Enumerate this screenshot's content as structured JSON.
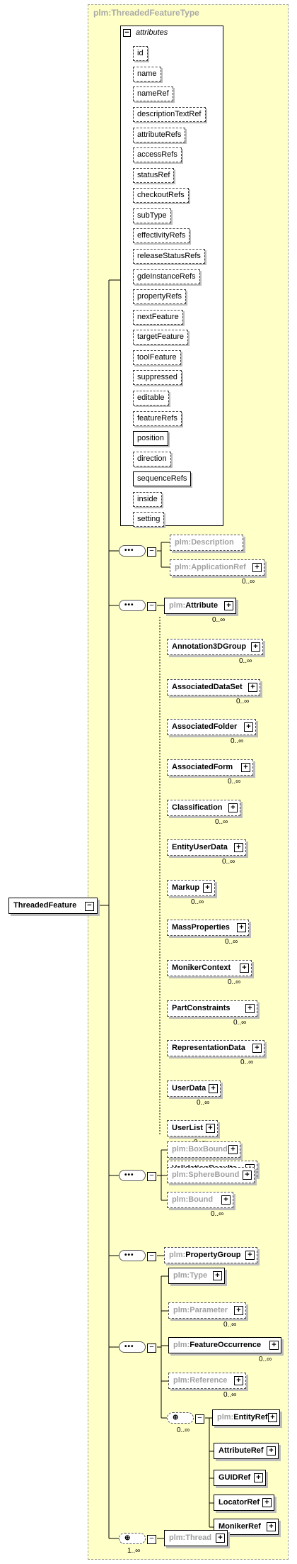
{
  "type_title": {
    "prefix": "plm:",
    "name": "ThreadedFeatureType"
  },
  "root": {
    "label": "ThreadedFeature"
  },
  "attributes": {
    "title": "attributes",
    "items": [
      {
        "label": "id",
        "required": false
      },
      {
        "label": "name",
        "required": false
      },
      {
        "label": "nameRef",
        "required": false
      },
      {
        "label": "descriptionTextRef",
        "required": false
      },
      {
        "label": "attributeRefs",
        "required": false
      },
      {
        "label": "accessRefs",
        "required": false
      },
      {
        "label": "statusRef",
        "required": false
      },
      {
        "label": "checkoutRefs",
        "required": false
      },
      {
        "label": "subType",
        "required": false
      },
      {
        "label": "effectivityRefs",
        "required": false
      },
      {
        "label": "releaseStatusRefs",
        "required": false
      },
      {
        "label": "gdeInstanceRefs",
        "required": false
      },
      {
        "label": "propertyRefs",
        "required": false
      },
      {
        "label": "nextFeature",
        "required": false
      },
      {
        "label": "targetFeature",
        "required": false
      },
      {
        "label": "toolFeature",
        "required": false
      },
      {
        "label": "suppressed",
        "required": false
      },
      {
        "label": "editable",
        "required": false
      },
      {
        "label": "featureRefs",
        "required": false
      },
      {
        "label": "position",
        "required": true
      },
      {
        "label": "direction",
        "required": false
      },
      {
        "label": "sequenceRefs",
        "required": true
      },
      {
        "label": "inside",
        "required": false
      },
      {
        "label": "setting",
        "required": false
      }
    ]
  },
  "seq1": {
    "items": [
      {
        "prefix": "plm:",
        "name": "Description",
        "mult": ""
      },
      {
        "prefix": "plm:",
        "name": "ApplicationRef",
        "mult": "0..∞"
      }
    ]
  },
  "seq2": {
    "head": {
      "prefix": "plm:",
      "name": "Attribute",
      "mult": "0..∞"
    },
    "items": [
      {
        "name": "Annotation3DGroup",
        "mult": "0..∞"
      },
      {
        "name": "AssociatedDataSet",
        "mult": "0..∞"
      },
      {
        "name": "AssociatedFolder",
        "mult": "0..∞"
      },
      {
        "name": "AssociatedForm",
        "mult": "0..∞"
      },
      {
        "name": "Classification",
        "mult": "0..∞"
      },
      {
        "name": "EntityUserData",
        "mult": "0..∞"
      },
      {
        "name": "Markup",
        "mult": "0..∞"
      },
      {
        "name": "MassProperties",
        "mult": "0..∞"
      },
      {
        "name": "MonikerContext",
        "mult": "0..∞"
      },
      {
        "name": "PartConstraints",
        "mult": "0..∞"
      },
      {
        "name": "RepresentationData",
        "mult": "0..∞"
      },
      {
        "name": "UserData",
        "mult": "0..∞"
      },
      {
        "name": "UserList",
        "mult": "0..∞"
      },
      {
        "name": "ValidationResults",
        "mult": "0..∞"
      }
    ]
  },
  "seq3": {
    "items": [
      {
        "prefix": "plm:",
        "name": "BoxBound",
        "mult": ""
      },
      {
        "prefix": "plm:",
        "name": "SphereBound",
        "mult": ""
      },
      {
        "prefix": "plm:",
        "name": "Bound",
        "mult": "0..∞"
      }
    ]
  },
  "seq4": {
    "item": {
      "prefix": "plm:",
      "name": "PropertyGroup",
      "mult": ""
    }
  },
  "seq5": {
    "items": [
      {
        "prefix": "plm:",
        "name": "Type",
        "mult": ""
      },
      {
        "prefix": "plm:",
        "name": "Parameter",
        "mult": "0..∞"
      },
      {
        "prefix": "plm:",
        "name": "FeatureOccurrence",
        "mult": "0..∞"
      },
      {
        "prefix": "plm:",
        "name": "Reference",
        "mult": "0..∞"
      }
    ],
    "choice_mult": "0..∞",
    "choice_head": {
      "prefix": "plm:",
      "name": "EntityRef"
    },
    "choice_items": [
      {
        "name": "AttributeRef"
      },
      {
        "name": "GUIDRef"
      },
      {
        "name": "LocatorRef"
      },
      {
        "name": "MonikerRef"
      }
    ]
  },
  "seq6": {
    "choice_mult": "1..∞",
    "item": {
      "prefix": "plm:",
      "name": "Thread",
      "mult": ""
    }
  }
}
